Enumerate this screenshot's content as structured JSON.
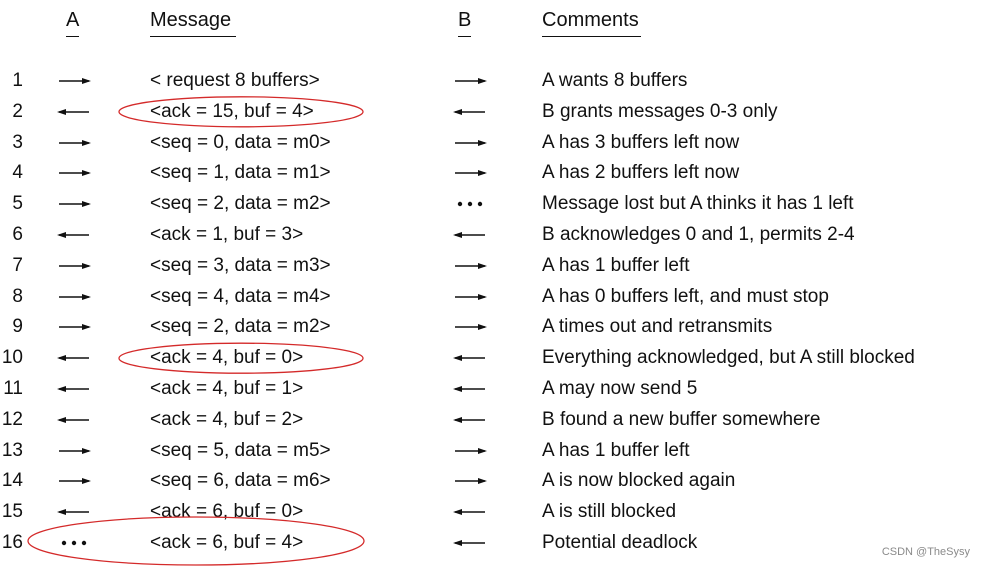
{
  "headers": {
    "a": "A",
    "message": "Message",
    "b": "B",
    "comments": "Comments"
  },
  "rows": [
    {
      "num": "1",
      "a": "send",
      "message": "< request 8 buffers>",
      "b": "send",
      "comment": "A wants 8 buffers"
    },
    {
      "num": "2",
      "a": "receive",
      "message": "<ack = 15, buf = 4>",
      "b": "receive",
      "comment": "B grants messages 0-3 only"
    },
    {
      "num": "3",
      "a": "send",
      "message": "<seq = 0, data = m0>",
      "b": "send",
      "comment": "A has 3 buffers left now"
    },
    {
      "num": "4",
      "a": "send",
      "message": "<seq = 1, data = m1>",
      "b": "send",
      "comment": "A has 2 buffers left now"
    },
    {
      "num": "5",
      "a": "send",
      "message": "<seq = 2, data = m2>",
      "b": "lost",
      "comment": "Message lost but A thinks it has 1 left"
    },
    {
      "num": "6",
      "a": "receive",
      "message": "<ack = 1, buf = 3>",
      "b": "receive",
      "comment": "B acknowledges 0 and 1, permits 2-4"
    },
    {
      "num": "7",
      "a": "send",
      "message": "<seq = 3, data = m3>",
      "b": "send",
      "comment": "A has 1 buffer left"
    },
    {
      "num": "8",
      "a": "send",
      "message": "<seq = 4, data = m4>",
      "b": "send",
      "comment": "A has 0 buffers left, and must stop"
    },
    {
      "num": "9",
      "a": "send",
      "message": "<seq = 2, data = m2>",
      "b": "send",
      "comment": "A times out and retransmits"
    },
    {
      "num": "10",
      "a": "receive",
      "message": "<ack = 4, buf = 0>",
      "b": "receive",
      "comment": "Everything acknowledged, but A still blocked"
    },
    {
      "num": "11",
      "a": "receive",
      "message": "<ack = 4, buf = 1>",
      "b": "receive",
      "comment": "A may now send 5"
    },
    {
      "num": "12",
      "a": "receive",
      "message": "<ack = 4, buf = 2>",
      "b": "receive",
      "comment": "B found a new buffer somewhere"
    },
    {
      "num": "13",
      "a": "send",
      "message": "<seq = 5, data = m5>",
      "b": "send",
      "comment": "A has 1 buffer left"
    },
    {
      "num": "14",
      "a": "send",
      "message": "<seq = 6, data = m6>",
      "b": "send",
      "comment": "A is now blocked again"
    },
    {
      "num": "15",
      "a": "receive",
      "message": "<ack = 6, buf = 0>",
      "b": "receive",
      "comment": "A is still blocked"
    },
    {
      "num": "16",
      "a": "lost",
      "message": "<ack = 6, buf = 4>",
      "b": "receive",
      "comment": "Potential deadlock"
    }
  ],
  "highlight_rows": [
    2,
    10,
    16
  ],
  "highlight_color": "#d42a2a",
  "watermark": "CSDN @TheSysy"
}
